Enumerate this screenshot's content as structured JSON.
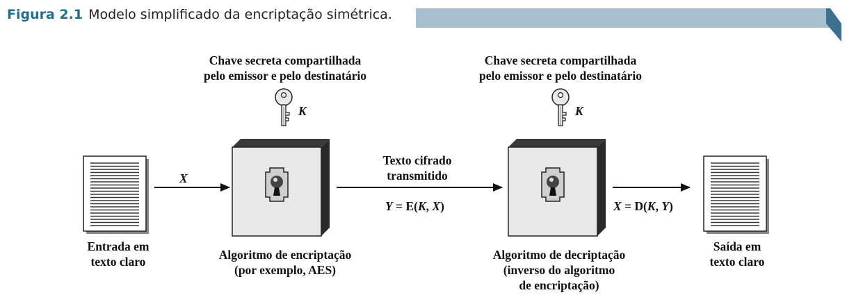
{
  "caption": {
    "number": "Figura 2.1",
    "text": "Modelo simplificado da encriptação simétrica."
  },
  "keys": {
    "left_label_line1": "Chave secreta compartilhada",
    "left_label_line2": "pelo emissor e pelo destinatário",
    "right_label_line1": "Chave secreta compartilhada",
    "right_label_line2": "pelo emissor e pelo destinatário",
    "key_symbol": "K"
  },
  "input": {
    "label_line1": "Entrada em",
    "label_line2": "texto claro",
    "variable": "X"
  },
  "encryption": {
    "label_line1": "Algoritmo de encriptação",
    "label_line2": "(por exemplo, AES)"
  },
  "transmission": {
    "label_line1": "Texto cifrado",
    "label_line2": "transmitido",
    "eq_var": "Y",
    "eq_rest": " = E(",
    "eq_k": "K",
    "eq_sep": ", ",
    "eq_x": "X",
    "eq_close": ")"
  },
  "decryption": {
    "label_line1": "Algoritmo de decriptação",
    "label_line2": "(inverso do algoritmo",
    "label_line3": "de encriptação)"
  },
  "output": {
    "label_line1": "Saída em",
    "label_line2": "texto claro",
    "eq_var": "X",
    "eq_rest": " = D(",
    "eq_k": "K",
    "eq_sep": ", ",
    "eq_y": "Y",
    "eq_close": ")"
  },
  "colors": {
    "caption_number": "#1f6e8c",
    "caption_bar": "#a8bfcf",
    "caption_bar_corner": "#3f6f8f"
  }
}
